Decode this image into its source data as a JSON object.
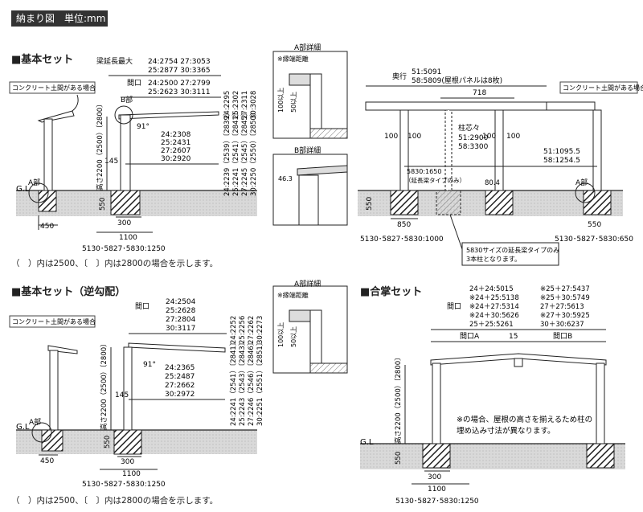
{
  "header": "納まり図　単位:mm",
  "sections": {
    "basic": "■基本セット",
    "reverse": "■基本セット（逆勾配）",
    "gassho": "■合掌セット"
  },
  "labels": {
    "concrete": "コンクリート土間がある場合",
    "a_detail": "A部詳細",
    "b_detail": "B部詳細",
    "eave_dist": "※縁端距離",
    "over100": "100以上",
    "over50": "50以上",
    "v463": "46.3",
    "a_part": "A部",
    "b_part": "B部",
    "gl": "G.L",
    "deg91": "91°",
    "beam_ext": "梁延長最大",
    "maguchi": "間口",
    "okuyuki": "奥行",
    "col_center": "柱芯々",
    "height_label": "高さ2200（2500）〔2800〕",
    "v145": "145",
    "v550": "550",
    "v450": "450",
    "v300": "300",
    "v1100": "1100",
    "v850": "850",
    "v100": "100",
    "v718": "718",
    "v80_4": "80.4",
    "v15": "15",
    "base_1250": "5130･5827･5830:1250",
    "base_1000": "5130･5827･5830:1000",
    "base_650": "5130･5827･5830:650",
    "note_paren": "（　）内は2500、〔　〕内は2800の場合を示します。",
    "beam_note1": "5830サイズの延長梁タイプのみ",
    "beam_note2": "3本柱となります。",
    "s5830": "5830:1650",
    "s5830b": "（延長梁タイプのみ）",
    "maguchiA": "間口A",
    "maguchiB": "間口B",
    "gassho_note1": "※の場合、屋根の高さを揃えるため柱の",
    "gassho_note2": "埋め込み寸法が異なります。"
  },
  "basic": {
    "beam_lines": [
      "24:2754 27:3053",
      "25:2877 30:3365"
    ],
    "span_lines": [
      "24:2500 27:2799",
      "25:2623 30:3111"
    ],
    "inner_lines": [
      "24:2308",
      "25:2431",
      "27:2607",
      "30:2920"
    ],
    "right_top": [
      "24:2295",
      "25:2302",
      "27:2311",
      "30:3028"
    ],
    "right_bottom": [
      "24:2239（2539）〔2839〕",
      "25:2241（2541）〔2841〕",
      "27:2245（2545）〔2845〕",
      "30:2250（2550）〔2850〕"
    ]
  },
  "depth": {
    "d1": "51:5091",
    "d2": "58:5809(屋根パネルは8枚)",
    "c1": "51:2900",
    "c2": "58:3300",
    "r1": "51:1095.5",
    "r2": "58:1254.5"
  },
  "reverse": {
    "span_lines": [
      "24:2504",
      "25:2628",
      "27:2804",
      "30:3117"
    ],
    "inner_lines": [
      "24:2365",
      "25:2487",
      "27:2662",
      "30:2972"
    ],
    "right_top": [
      "24:2252",
      "25:2256",
      "27:2262",
      "30:2273"
    ],
    "right_bottom": [
      "24:2241（2541）〔2841〕",
      "25:2243（2543）〔2843〕",
      "27:2246（2546）〔2846〕",
      "30:2251（2551）〔2851〕"
    ]
  },
  "gassho": {
    "lines_left": [
      "24＋24:5015",
      "※24＋25:5138",
      "※24＋27:5314",
      "※24＋30:5626",
      "25＋25:5261"
    ],
    "lines_right": [
      "※25＋27:5437",
      "※25＋30:5749",
      "27＋27:5613",
      "※27＋30:5925",
      "30＋30:6237"
    ]
  }
}
